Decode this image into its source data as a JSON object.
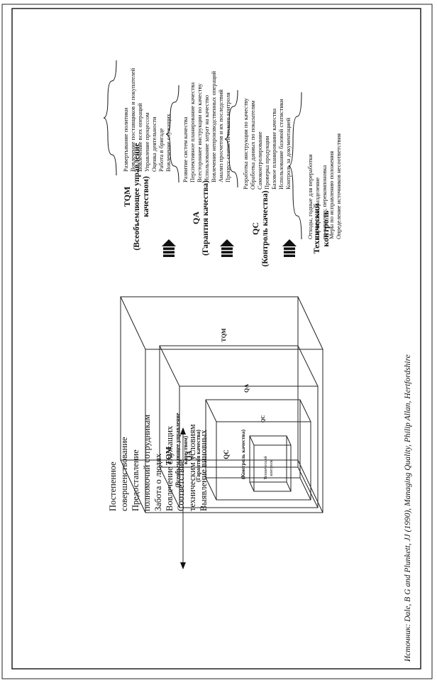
{
  "left_panel": {
    "items": [
      "Постепенное",
      "совершенствование",
      "Предоставление",
      "полномочий сотрудникам",
      "Забота о людях",
      "Вовлечение служащих",
      "Соответствие",
      "техническим условиям",
      "Выявление виновных"
    ]
  },
  "nested_boxes": {
    "tqm_title": "TQM",
    "tqm_subtitle_1": "(Всеобъемлющее управление",
    "tqm_subtitle_2": "качеством)",
    "tqm_corner": "TQM",
    "qa_title": "QA",
    "qa_subtitle": "(Гарантия качества)",
    "qa_corner": "QA",
    "qc_title": "QC",
    "qc_subtitle": "(Контроль качества)",
    "qc_corner": "QC",
    "inspection_1": "Технический",
    "inspection_2": "контроль"
  },
  "levels": [
    {
      "title": "TQM",
      "subtitle_1": "(Всеобъемлющее управление",
      "subtitle_2": "качеством)",
      "items": [
        "Развертывание политики",
        "Вовлечение поставщиков и покупателей",
        "Вовлечение всех операций",
        "Управление процессом",
        "Оценка деятельности",
        "Работа в бригаде",
        "Вовлечение служащих"
      ]
    },
    {
      "title": "QA",
      "subtitle_1": "(Гарантия качества)",
      "items": [
        "Развитие систем качества",
        "Перспективное планирование качества",
        "Всестороннее инструкции по качеству",
        "Использование затрат на качество",
        "Вовлечение непроизводственных операций",
        "Анализ просчетов и их последствий",
        "Процесс статистического контроля"
      ]
    },
    {
      "title": "QC",
      "subtitle_1": "(Контроль качества)",
      "items": [
        "Разработка инструкции по качеству",
        "Обработка данных по показателям",
        "Самоконтролирование",
        "Проверка продукции",
        "Базовое планирование качества",
        "Использование базовой статистики",
        "Контроль за документацией"
      ]
    },
    {
      "title": "Технический",
      "subtitle_1": "контроль",
      "items": [
        "Отходы, годные для переработки",
        "Сортировка, разделение",
        "по качеству, перекомпоновка",
        "Меры по исправлению положения",
        "Определение источников несоответствия"
      ]
    }
  ],
  "source": "Источник: Dale, B G and Plunkett, JJ (1990), Managing Quality, Philip Allan, Hertfordshire"
}
